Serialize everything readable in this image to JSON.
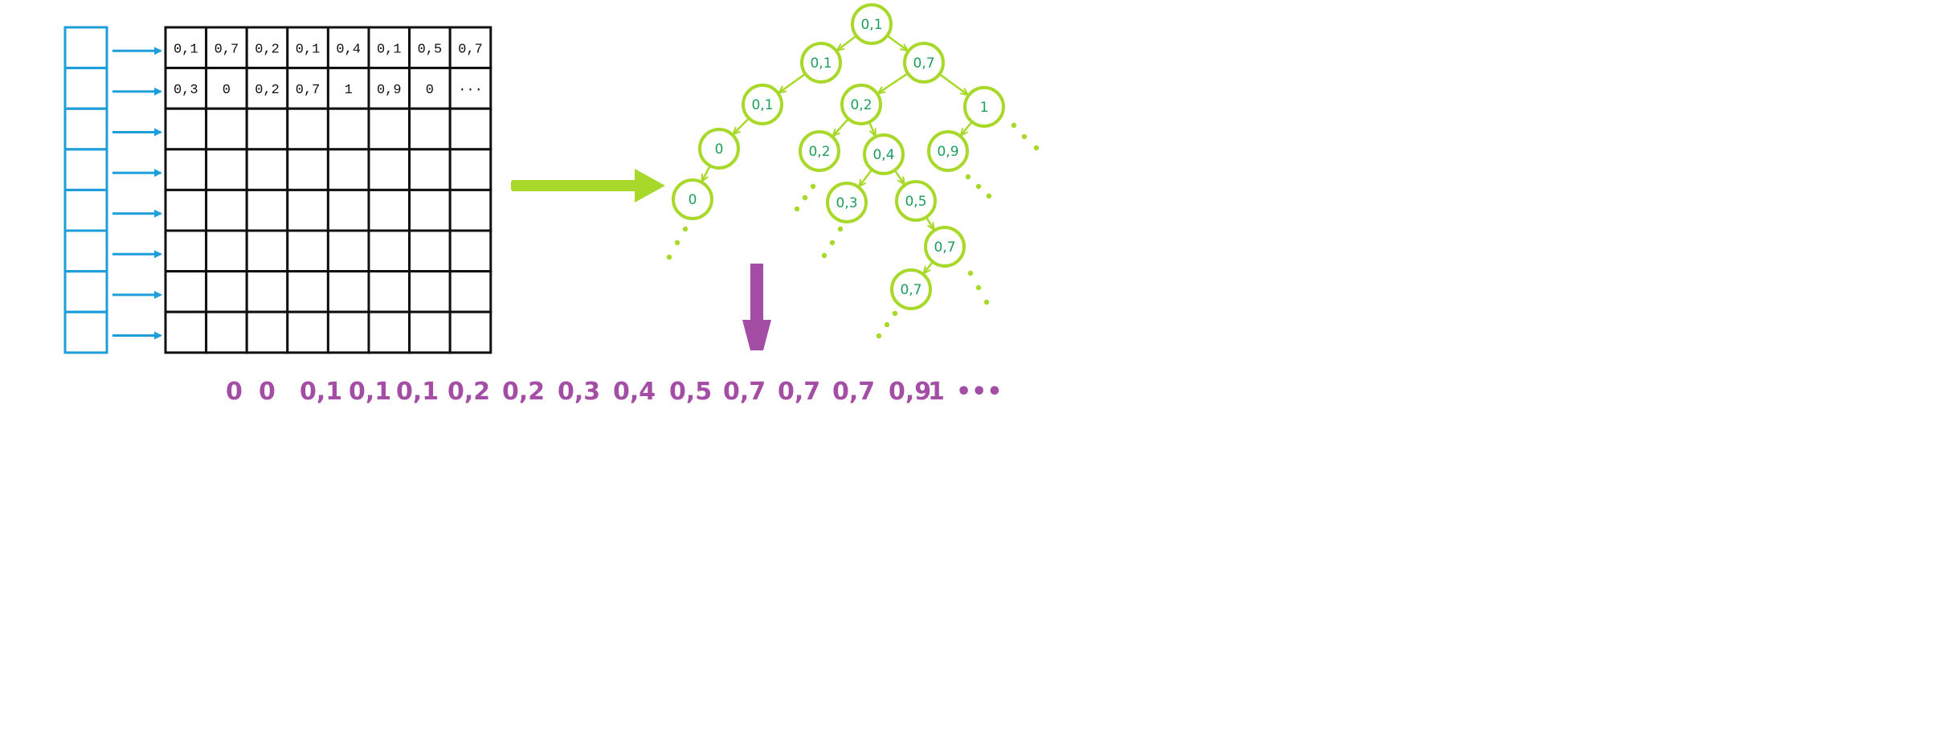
{
  "colors": {
    "array": "#1e9fdc",
    "grid": "#111111",
    "tree": "#a8d92a",
    "node_text": "#1e9e5a",
    "sequence": "#a34ea4"
  },
  "grid": {
    "rows": [
      [
        "0,1",
        "0,7",
        "0,2",
        "0,1",
        "0,4",
        "0,1",
        "0,5",
        "0,7"
      ],
      [
        "0,3",
        "0",
        "0,2",
        "0,7",
        "1",
        "0,9",
        "0",
        "···"
      ]
    ],
    "row_count": 8,
    "col_count": 8
  },
  "tree": {
    "nodes": [
      {
        "id": "n1",
        "label": "0,1"
      },
      {
        "id": "n2",
        "label": "0,1"
      },
      {
        "id": "n3",
        "label": "0,7"
      },
      {
        "id": "n4",
        "label": "0,1"
      },
      {
        "id": "n5",
        "label": "0,2"
      },
      {
        "id": "n6",
        "label": "1"
      },
      {
        "id": "n7",
        "label": "0"
      },
      {
        "id": "n8",
        "label": "0,2"
      },
      {
        "id": "n9",
        "label": "0,4"
      },
      {
        "id": "n10",
        "label": "0,9"
      },
      {
        "id": "n11",
        "label": "0"
      },
      {
        "id": "n12",
        "label": "0,3"
      },
      {
        "id": "n13",
        "label": "0,5"
      },
      {
        "id": "n14",
        "label": "0,7"
      },
      {
        "id": "n15",
        "label": "0,7"
      }
    ],
    "edges": [
      [
        "n1",
        "n2"
      ],
      [
        "n1",
        "n3"
      ],
      [
        "n2",
        "n4"
      ],
      [
        "n3",
        "n5"
      ],
      [
        "n3",
        "n6"
      ],
      [
        "n4",
        "n7"
      ],
      [
        "n5",
        "n8"
      ],
      [
        "n5",
        "n9"
      ],
      [
        "n6",
        "n10"
      ],
      [
        "n7",
        "n11"
      ],
      [
        "n9",
        "n12"
      ],
      [
        "n9",
        "n13"
      ],
      [
        "n13",
        "n14"
      ],
      [
        "n14",
        "n15"
      ]
    ]
  },
  "sequence": [
    "0",
    "0",
    "0,1",
    "0,1",
    "0,1",
    "0,2",
    "0,2",
    "0,3",
    "0,4",
    "0,5",
    "0,7",
    "0,7",
    "0,7",
    "0,9",
    "1",
    "•••"
  ]
}
